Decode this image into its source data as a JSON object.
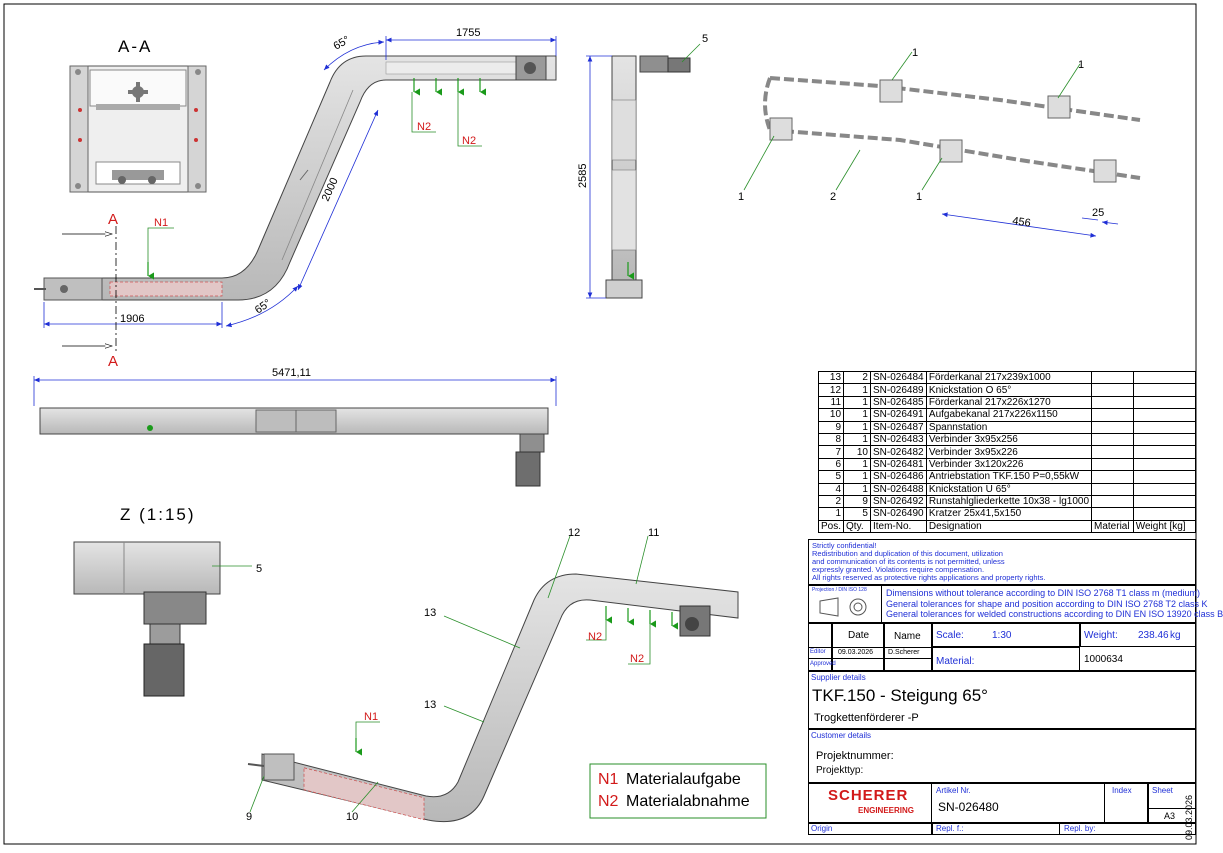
{
  "views": {
    "section_label": "A-A",
    "detail_label": "Z (1:15)",
    "section_marker": "A"
  },
  "dimensions": {
    "top_length": "1755",
    "angle_upper": "65°",
    "angle_lower": "65°",
    "incline_length": "2000",
    "bottom_length": "1906",
    "height": "2585",
    "total_length": "5471,11",
    "chain_pitch": "456",
    "chain_small": "25"
  },
  "flow_labels": {
    "n1": "N1",
    "n2": "N2"
  },
  "callouts": {
    "c1": "1",
    "c2": "2",
    "c5": "5",
    "c9": "9",
    "c10": "10",
    "c11": "11",
    "c12": "12",
    "c13": "13"
  },
  "legend": {
    "n1_code": "N1",
    "n1_text": "Materialaufgabe",
    "n2_code": "N2",
    "n2_text": "Materialabnahme"
  },
  "bom": {
    "rows": [
      {
        "pos": "13",
        "qty": "2",
        "item": "SN-026484",
        "designation": "Förderkanal 217x239x1000"
      },
      {
        "pos": "12",
        "qty": "1",
        "item": "SN-026489",
        "designation": "Knickstation O 65°"
      },
      {
        "pos": "11",
        "qty": "1",
        "item": "SN-026485",
        "designation": "Förderkanal 217x226x1270"
      },
      {
        "pos": "10",
        "qty": "1",
        "item": "SN-026491",
        "designation": "Aufgabekanal 217x226x1150"
      },
      {
        "pos": "9",
        "qty": "1",
        "item": "SN-026487",
        "designation": "Spannstation"
      },
      {
        "pos": "8",
        "qty": "1",
        "item": "SN-026483",
        "designation": "Verbinder 3x95x256"
      },
      {
        "pos": "7",
        "qty": "10",
        "item": "SN-026482",
        "designation": "Verbinder 3x95x226"
      },
      {
        "pos": "6",
        "qty": "1",
        "item": "SN-026481",
        "designation": "Verbinder 3x120x226"
      },
      {
        "pos": "5",
        "qty": "1",
        "item": "SN-026486",
        "designation": "Antriebstation TKF.150 P=0,55kW"
      },
      {
        "pos": "4",
        "qty": "1",
        "item": "SN-026488",
        "designation": "Knickstation U 65°"
      },
      {
        "pos": "2",
        "qty": "9",
        "item": "SN-026492",
        "designation": "Runstahlgliederkette 10x38 - lg1000"
      },
      {
        "pos": "1",
        "qty": "5",
        "item": "SN-026490",
        "designation": "Kratzer 25x41,5x150"
      }
    ],
    "headers": {
      "pos": "Pos.",
      "qty": "Qty.",
      "item": "Item-No.",
      "designation": "Designation",
      "material": "Material",
      "weight": "Weight [kg]"
    }
  },
  "title_block": {
    "confidential_title": "Strictly confidential!",
    "confidential_l1": "Redistribution and duplication of this document, utilization",
    "confidential_l2": "and communication of its contents is not permitted, unless",
    "confidential_l3": "expressly granted. Violations require compensation.",
    "confidential_l4": "All rights reserved as protective rights applications and property rights.",
    "projection": "Projection / DIN ISO 128",
    "tol1": "Dimensions without tolerance according to DIN ISO 2768 T1 class m (medium)",
    "tol2": "General tolerances for shape and position according to DIN ISO 2768 T2 class K",
    "tol3": "General tolerances for welded constructions according to DIN EN ISO 13920 class B",
    "date_h": "Date",
    "name_h": "Name",
    "editor_h": "Editor",
    "approved_h": "Approved",
    "editor_date": "09.03.2026",
    "editor_name": "D.Scherer",
    "scale_h": "Scale:",
    "scale_v": "1:30",
    "weight_h": "Weight:",
    "weight_v": "238.46",
    "weight_u": "kg",
    "material_h": "Material:",
    "material_v": "1000634",
    "supplier_h": "Supplier details",
    "title": "TKF.150 - Steigung 65°",
    "subtitle": "Trogkettenförderer -P",
    "customer_h": "Customer details",
    "projektnummer": "Projektnummer:",
    "projekttyp": "Projekttyp:",
    "logo": "SCHERER",
    "logo_sub": "ENGINEERING",
    "artikel_h": "Artikel Nr.",
    "artikel_v": "SN-026480",
    "index_h": "Index",
    "sheet_h": "Sheet",
    "sheet_v": "A3",
    "origin_h": "Origin",
    "replf_h": "Repl. f.:",
    "replby_h": "Repl. by:",
    "side_date": "09.03.2026"
  },
  "colors": {
    "accent_red": "#d21a1a",
    "dim_blue": "#1f2fd6",
    "flow_green": "#1a9a1a",
    "leader_green": "#2a8f2a",
    "metal": "#c9c9c9"
  }
}
